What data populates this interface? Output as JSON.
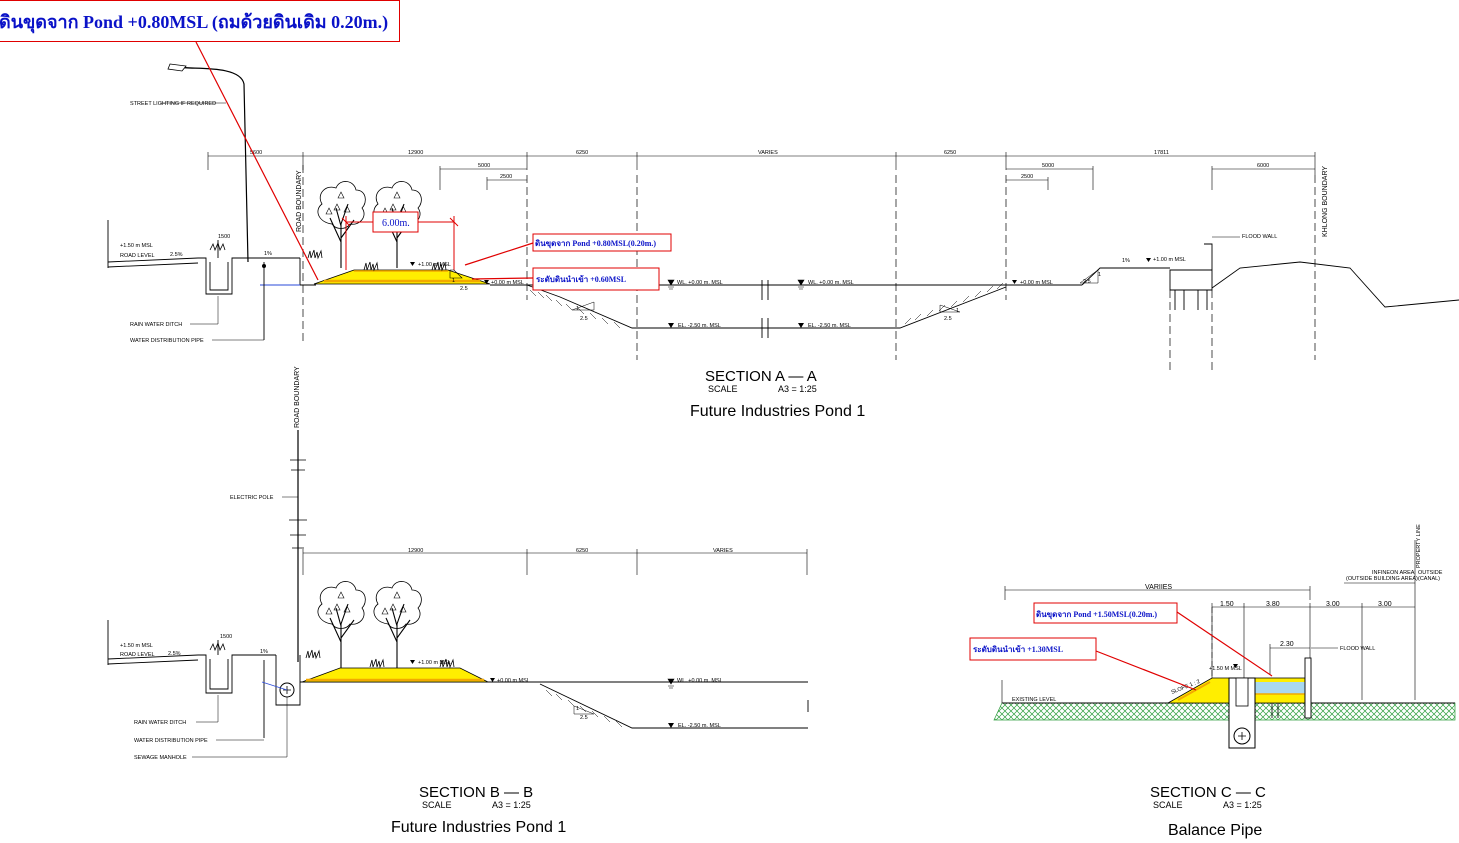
{
  "top_callout": "ดินขุดจาก Pond +0.80MSL (ถมด้วยดินเดิม 0.20m.)",
  "section_a": {
    "title": "SECTION  A  —  A",
    "scale_label": "SCALE",
    "scale_value": "A3  =  1:25",
    "subtitle": "Future Industries Pond 1",
    "street_lighting": "STREET LIGHTING IF REQUIRED",
    "road_boundary": "ROAD  BOUNDARY",
    "khlong_boundary": "KHLONG  BOUNDARY",
    "level_150": "+1.50  m  MSL",
    "road_level": "ROAD  LEVEL",
    "slope_25pct": "2.5%",
    "slope_1pct": "1%",
    "dim_1500": "1500",
    "rain_ditch": "RAIN WATER DITCH",
    "water_pipe": "WATER DISTRIBUTION PIPE",
    "dims": [
      "5600",
      "12900",
      "6250",
      "VARIES",
      "6250",
      "17811",
      "5000",
      "2500",
      "5000",
      "2500",
      "6000"
    ],
    "width_box": "6.00m.",
    "note_excav": "ดินขุดจาก Pond +0.80MSL(0.20m.)",
    "note_level": "ระดับดินนำเข้า +0.60MSL",
    "level_100": "+1.00  m  MSL",
    "level_000": "+0.00  m  MSL",
    "wl_000": "WL.  +0.00  m.  MSL",
    "el_250": "EL.  -2.50  m.  MSL",
    "flood_wall": "FLOOD WALL",
    "ratio_1": "1",
    "ratio_25": "2.5"
  },
  "section_b": {
    "title": "SECTION  B  —  B",
    "scale_label": "SCALE",
    "scale_value": "A3  =  1:25",
    "subtitle": "Future Industries Pond 1",
    "road_boundary": "ROAD  BOUNDARY",
    "electric_pole": "ELECTRIC POLE",
    "level_150": "+1.50  m  MSL",
    "road_level": "ROAD  LEVEL",
    "slope_25pct": "2.5%",
    "slope_1pct": "1%",
    "dim_1500": "1500",
    "dims": [
      "12900",
      "6250",
      "VARIES"
    ],
    "level_100": "+1.00  m  MSL",
    "level_000": "+0.00  m  MSL",
    "wl_000": "WL.  +0.00  m.  MSL",
    "el_250": "EL.  -2.50  m.  MSL",
    "rain_ditch": "RAIN WATER DITCH",
    "water_pipe": "WATER DISTRIBUTION PIPE",
    "sewage_manhole": "SEWAGE MANHOLE",
    "ratio_1": "1",
    "ratio_25": "2.5"
  },
  "section_c": {
    "title": "SECTION  C  —  C",
    "scale_label": "SCALE",
    "scale_value": "A3  =  1:25",
    "subtitle": "Balance Pipe",
    "varies": "VARIIES",
    "dims": [
      "1.50",
      "3.80",
      "3.00",
      "3.00",
      "2.30"
    ],
    "note_excav": "ดินขุดจาก Pond +1.50MSL(0.20m.)",
    "note_level": "ระดับดินนำเข้า +1.30MSL",
    "level_150": "+1.50  M  MSL",
    "existing_level": "EXISTING  LEVEL",
    "slope": "SLOPE 1 : 2",
    "flood_wall": "FLOOD WALL",
    "property_line": "PROPERTY LINE",
    "infineon_area": "INFINEON AREA",
    "outside_building": "(OUTSIDE BUILDING AREA)",
    "outside": "OUTSIDE",
    "canal": "(CANAL)"
  },
  "colors": {
    "fill_yellow": "#ffee00",
    "fill_orange": "#f2a900",
    "callout_red": "#e00000",
    "note_blue": "#0a12c8",
    "hatch_green": "#2e9e3e",
    "grid_line": "#000000"
  }
}
